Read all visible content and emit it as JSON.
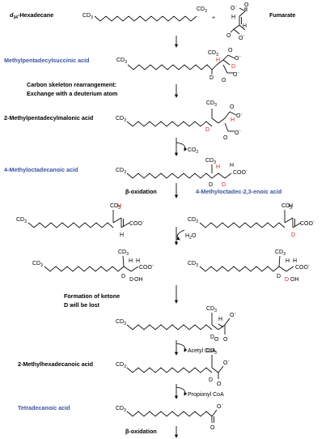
{
  "colors": {
    "blue_label": "#3b55a0",
    "deuterium_red": "#cc2a1c",
    "ink": "#000000"
  },
  "labels": {
    "hexadecane_prefix": "d",
    "hexadecane_sub": "34",
    "hexadecane_suffix": "-Hexadecane",
    "plus": "+",
    "fumarate": "Fumarate",
    "methylpentadecylsuccinic": "Methylpentadecylsuccinic acid",
    "rearrangement_line1": "Carbon skeleton rearrangement:",
    "rearrangement_line2": "Exchange with a deuterium atom",
    "methylpentadecylmalonic": "2-Methylpentadecylmalonic acid",
    "methyloctadecanoic": "4-Methyloctadecanoic acid",
    "beta_oxidation_1": "β-oxidation",
    "methyloctadec_enoic": "4-Methyloctadec-2,3-enoic acid",
    "ketone_line1": "Formation of ketone",
    "ketone_line2": "D will be lost",
    "methylhexadecanoic": "2-Methylhexadecanoic acid",
    "tetradecanoic": "Tetradecanoic acid",
    "beta_oxidation_2": "β-oxidation"
  },
  "side_products": {
    "co2": "CO",
    "co2_sub": "2",
    "water": "H",
    "water_sub": "2",
    "water_suffix": "O",
    "acetyl_coa": "Acetyl CoA",
    "propionyl_coa": "Propionyl CoA"
  },
  "atoms": {
    "cd3_main": "CD",
    "cd3_sub": "3",
    "d": "D",
    "h": "H",
    "oh": "OH",
    "o": "O",
    "o_minus": "O",
    "minus": "-",
    "coo": "COO",
    "coo_minus": "-"
  }
}
